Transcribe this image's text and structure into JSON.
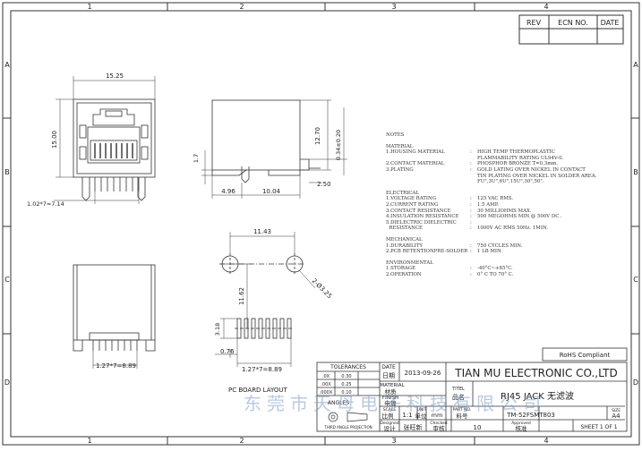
{
  "grid": {
    "columns": [
      "1",
      "2",
      "3",
      "4"
    ],
    "rows": [
      "A",
      "B",
      "C",
      "D"
    ]
  },
  "revision_block": {
    "rev_header": "REV",
    "ecn_header": "ECN NO.",
    "date_header": "DATE"
  },
  "dimensions": {
    "front_width": "15.25",
    "front_height": "15.00",
    "pin_span_front": "1.02*7=7.14",
    "side_height": "12.70",
    "side_height_2": "0.34±0.20",
    "side_depth": "10.04",
    "side_offset": "4.96",
    "side_tail": "2.50",
    "side_pin_len": "1.7",
    "pcb_hole_span": "11.43",
    "pcb_depth": "11.62",
    "pcb_hole_dia": "2-Ø3.25",
    "pcb_pad_offset": "3.18",
    "pcb_pad_gap": "0.76",
    "pcb_pin_span": "1.27*7=8.89",
    "bottom_pin_span": "1.27*7=8.89"
  },
  "labels": {
    "pcb_layout": "PC BOARD LAYOUT",
    "rohs": "RoHS Compliant"
  },
  "notes": {
    "title": "NOTES",
    "material_header": "MATERIAL",
    "material": [
      {
        "label": "1.HOUSING MATERIAL",
        "value": "HIGH TEMP THERMOPLASTIC"
      },
      {
        "label": "",
        "value": "FLAMMABILITY RATING UL94V-0."
      },
      {
        "label": "2.CONTACT MATERIAL",
        "value": "PHOSPHOR BRONZE T=0.3mm."
      },
      {
        "label": "3.PLATING",
        "value": "GOLD LATING OVER NICKEL IN CONTACT"
      },
      {
        "label": "",
        "value": "TIN PLATING OVER NICKEL IN SOLDER AREA."
      },
      {
        "label": "",
        "value": "FU\",3U\",6U\",15U\",30\",50\"."
      }
    ],
    "electrical_header": "ELECTRICAL",
    "electrical": [
      {
        "label": "1.VOLTAGE RATING",
        "value": "125 VAC RMS."
      },
      {
        "label": "2.CURRENT RATING",
        "value": "1.5 AMP."
      },
      {
        "label": "3.CONTACT RESISTANCE",
        "value": "30 MILLIOHMS MAX."
      },
      {
        "label": "4.INSULATION RESISTANCE",
        "value": "500 MEGOHMS MIN @ 500V DC ."
      },
      {
        "label": "5.DIELECTRIC DIELECTRIC",
        "value": ""
      },
      {
        "label": "  RESISTANCE",
        "value": "1000V AC RMS 50Hz. 1MIN."
      }
    ],
    "mechanical_header": "MECHANICAL",
    "mechanical": [
      {
        "label": "1.DURABILITY",
        "value": "750 CYCLES MIN."
      },
      {
        "label": "2.PCB RETENTIONPRE-SOLDER",
        "value": "1 LB MIN."
      }
    ],
    "environmental_header": "ENVIRONMENTAL",
    "environmental": [
      {
        "label": "1.STORAGE",
        "value": "-40°C~+85°C."
      },
      {
        "label": "2.OPERATION",
        "value": "0° C TO 70° C."
      }
    ]
  },
  "title_block": {
    "tolerances_label": "TOLERANCES",
    "tolerances": [
      {
        "range": ".0X",
        "value": "0.30"
      },
      {
        "range": ".00X",
        "value": "0.25"
      },
      {
        "range": ".000X",
        "value": "0.10"
      }
    ],
    "angles_label": "ANGLES",
    "projection_label": "THIRD ANGLE PROJECTION",
    "date_label": "DATE",
    "date_cn": "日期",
    "date_value": "2013-09-26",
    "material_label": "MATERIAL",
    "material_cn": "材质",
    "finish_label": "FINISH",
    "finish_cn": "电镀",
    "scale_label": "SCALE",
    "scale_cn": "比例",
    "scale_value": "1:1",
    "unit_label": "UNIT",
    "unit_cn": "单位",
    "unit_value": "mm",
    "part_no_label": "PART NO.",
    "part_no_cn": "料号",
    "designed_label": "Designed",
    "designed_cn": "设计",
    "designer": "张旺新",
    "checked_label": "Checked",
    "checked_cn": "审核",
    "checker": "10",
    "approved_label": "Approved",
    "approved_cn": "核准",
    "company": "TIAN MU ELECTRONIC CO.,LTD",
    "title_label": "TITEL",
    "title_cn": "品名",
    "title_value": "RJ45 JACK 无滤波",
    "part_number": "TM-52FSMT803",
    "size_label": "SIZE",
    "size_value": "A4",
    "sheet": "SHEET  1  OF  1"
  },
  "watermark": "东莞市天母电子科技有限公司"
}
